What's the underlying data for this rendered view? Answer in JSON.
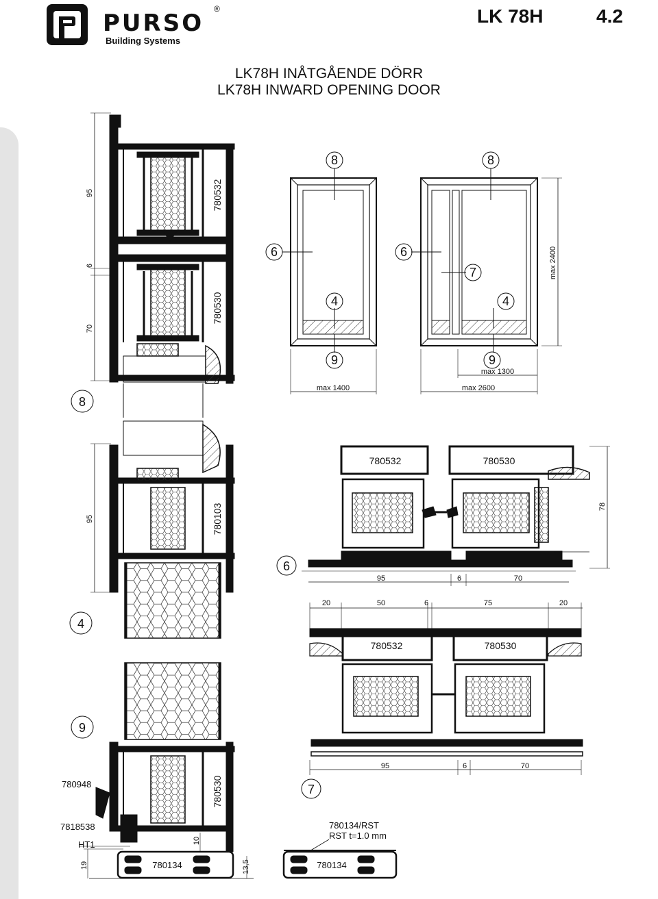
{
  "header": {
    "brand": "PURSO",
    "brand_sub": "Building Systems",
    "registered": "®",
    "model": "LK 78H",
    "page_number": "4.2"
  },
  "title": {
    "line1": "LK78H INÅTGÅENDE DÖRR",
    "line2": "LK78H INWARD OPENING DOOR"
  },
  "elevations": {
    "single": {
      "width": "max 1400",
      "section_marks": [
        "8",
        "6",
        "4",
        "9"
      ]
    },
    "double": {
      "width": "max 2600",
      "leaf_width": "max 1300",
      "height": "max 2400",
      "section_marks": [
        "8",
        "6",
        "7",
        "4",
        "9"
      ]
    }
  },
  "vertical_section": {
    "section_labels": [
      "8",
      "4",
      "9"
    ],
    "profiles": [
      "780532",
      "780530",
      "780103",
      "780530"
    ],
    "dims_upper": [
      "95",
      "6",
      "70"
    ],
    "dims_lower": [
      "95"
    ],
    "bottom_labels": [
      "780948",
      "7818538",
      "HT1"
    ],
    "bottom_dims": [
      "19",
      "10",
      "13,5"
    ],
    "threshold_profile": "780134"
  },
  "section_6": {
    "label": "6",
    "profiles": [
      "780532",
      "780530"
    ],
    "dims": [
      "95",
      "6",
      "70"
    ],
    "height_dim": "78"
  },
  "section_7": {
    "label": "7",
    "profiles": [
      "780532",
      "780530"
    ],
    "top_dims": [
      "20",
      "50",
      "6",
      "75",
      "20"
    ],
    "bottom_dims": [
      "95",
      "6",
      "70"
    ]
  },
  "threshold_detail": {
    "label1": "780134/RST",
    "label2": "RST t=1.0 mm",
    "profile": "780134"
  }
}
